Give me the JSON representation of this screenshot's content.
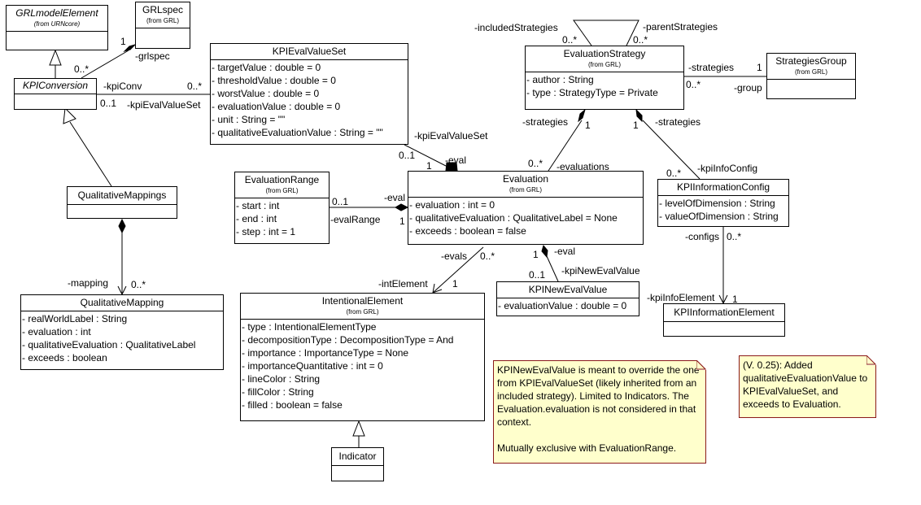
{
  "classes": {
    "grl_model_element": {
      "name": "GRLmodelElement",
      "from": "(from URNcore)"
    },
    "grl_spec": {
      "name": "GRLspec",
      "from": "(from GRL)"
    },
    "kpi_conversion": {
      "name": "KPIConversion"
    },
    "kpi_eval_value_set": {
      "name": "KPIEvalValueSet",
      "attributes": [
        "- targetValue : double = 0",
        "- thresholdValue : double = 0",
        "- worstValue : double = 0",
        "- evaluationValue : double = 0",
        "- unit : String = \"\"",
        "- qualitativeEvaluationValue : String = \"\""
      ]
    },
    "evaluation_strategy": {
      "name": "EvaluationStrategy",
      "from": "(from GRL)",
      "attributes": [
        "- author : String",
        "- type : StrategyType = Private"
      ]
    },
    "strategies_group": {
      "name": "StrategiesGroup",
      "from": "(from GRL)"
    },
    "qualitative_mappings": {
      "name": "QualitativeMappings"
    },
    "evaluation_range": {
      "name": "EvaluationRange",
      "from": "(from GRL)",
      "attributes": [
        "- start : int",
        "- end : int",
        "- step : int = 1"
      ]
    },
    "evaluation": {
      "name": "Evaluation",
      "from": "(from GRL)",
      "attributes": [
        "- evaluation : int = 0",
        "- qualitativeEvaluation : QualitativeLabel = None",
        "- exceeds : boolean = false"
      ]
    },
    "kpi_information_config": {
      "name": "KPIInformationConfig",
      "attributes": [
        "- levelOfDimension : String",
        "- valueOfDimension : String"
      ]
    },
    "qualitative_mapping": {
      "name": "QualitativeMapping",
      "attributes": [
        "- realWorldLabel : String",
        "- evaluation : int",
        "- qualitativeEvaluation : QualitativeLabel",
        "- exceeds : boolean"
      ]
    },
    "intentional_element": {
      "name": "IntentionalElement",
      "from": "(from GRL)",
      "attributes": [
        "- type : IntentionalElementType",
        "- decompositionType : DecompositionType = And",
        "- importance : ImportanceType = None",
        "- importanceQuantitative : int = 0",
        "- lineColor : String",
        "- fillColor : String",
        "- filled : boolean = false"
      ]
    },
    "kpi_new_eval_value": {
      "name": "KPINewEvalValue",
      "attributes": [
        "- evaluationValue : double = 0"
      ]
    },
    "kpi_information_element": {
      "name": "KPIInformationElement"
    },
    "indicator": {
      "name": "Indicator"
    }
  },
  "labels": {
    "grlspec_mult": "1",
    "grlspec_role": "-grlspec",
    "kpiconv_grlspec_mult": "0..*",
    "kpiconv_role": "-kpiConv",
    "kpiconv_set_mult": "0..*",
    "kpiconv_mult": "0..1",
    "kpievalvalueset_role_a": "-kpiEvalValueSet",
    "included_strategies": "-includedStrategies",
    "included_mult": "0..*",
    "parent_strategies": "-parentStrategies",
    "parent_mult": "0..*",
    "strategies_role_group": "-strategies",
    "group_mult_1": "1",
    "group_mult_many": "0..*",
    "group_role": "-group",
    "strategies_role_eval": "-strategies",
    "strat_eval_mult": "1",
    "strat_cfg_mult": "1",
    "strategies_role_cfg": "-strategies",
    "kpievalvalueset_role_b": "-kpiEvalValueSet",
    "set_eval_mult_01": "0..1",
    "set_eval_mult_1": "1",
    "eval_role_set": "-eval",
    "evaluations_mult": "0..*",
    "evaluations_role": "-evaluations",
    "kpiinfoconfig_mult": "0..*",
    "kpiinfoconfig_role": "-kpiInfoConfig",
    "range_mult": "0..1",
    "eval_role_range": "-eval",
    "evalrange_role": "-evalRange",
    "range_eval_mult": "1",
    "evals_role": "-evals",
    "evals_mult": "0..*",
    "intelement_role": "-intElement",
    "intelement_mult": "1",
    "neweval_mult_1": "1",
    "eval_role_new": "-eval",
    "neweval_mult_01": "0..1",
    "kpinewevalvalue_role": "-kpiNewEvalValue",
    "configs_role": "-configs",
    "configs_mult": "0..*",
    "kpiinfoelement_role": "-kpiInfoElement",
    "kpiinfoelement_mult": "1",
    "mapping_role": "-mapping",
    "mapping_mult": "0..*"
  },
  "notes": {
    "override_note": "KPINewEvalValue is meant to override the one from KPIEvalValueSet (likely inherited from an included strategy). Limited to Indicators. The Evaluation.evaluation is not considered in that context.\n\nMutually exclusive with EvaluationRange.",
    "version_note": "(V. 0.25): Added qualitativeEvaluationValue to KPIEvalValueSet, and exceeds to Evaluation."
  },
  "colors": {
    "note_fill": "#ffffcc",
    "note_border": "#8b1a1a",
    "line": "#000000"
  }
}
